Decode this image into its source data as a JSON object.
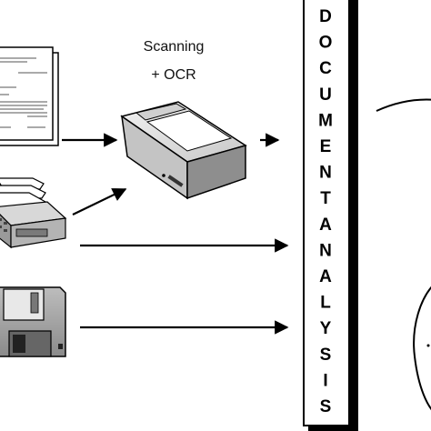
{
  "labels": {
    "scanning": "Scanning",
    "ocr": "+ OCR"
  },
  "box_text": {
    "letters": [
      "D",
      "O",
      "C",
      "U",
      "M",
      "E",
      "N",
      "T",
      "A",
      "N",
      "A",
      "L",
      "Y",
      "S",
      "I",
      "S"
    ]
  },
  "icons": {
    "document": "printed-document-icon",
    "printer": "fax-printer-icon",
    "disk": "floppy-disk-icon",
    "scanner": "scanner-icon"
  },
  "colors": {
    "stroke": "#000000",
    "device_light": "#e6e6e6",
    "device_mid": "#b9b9b9",
    "device_dark": "#6f6f6f"
  }
}
